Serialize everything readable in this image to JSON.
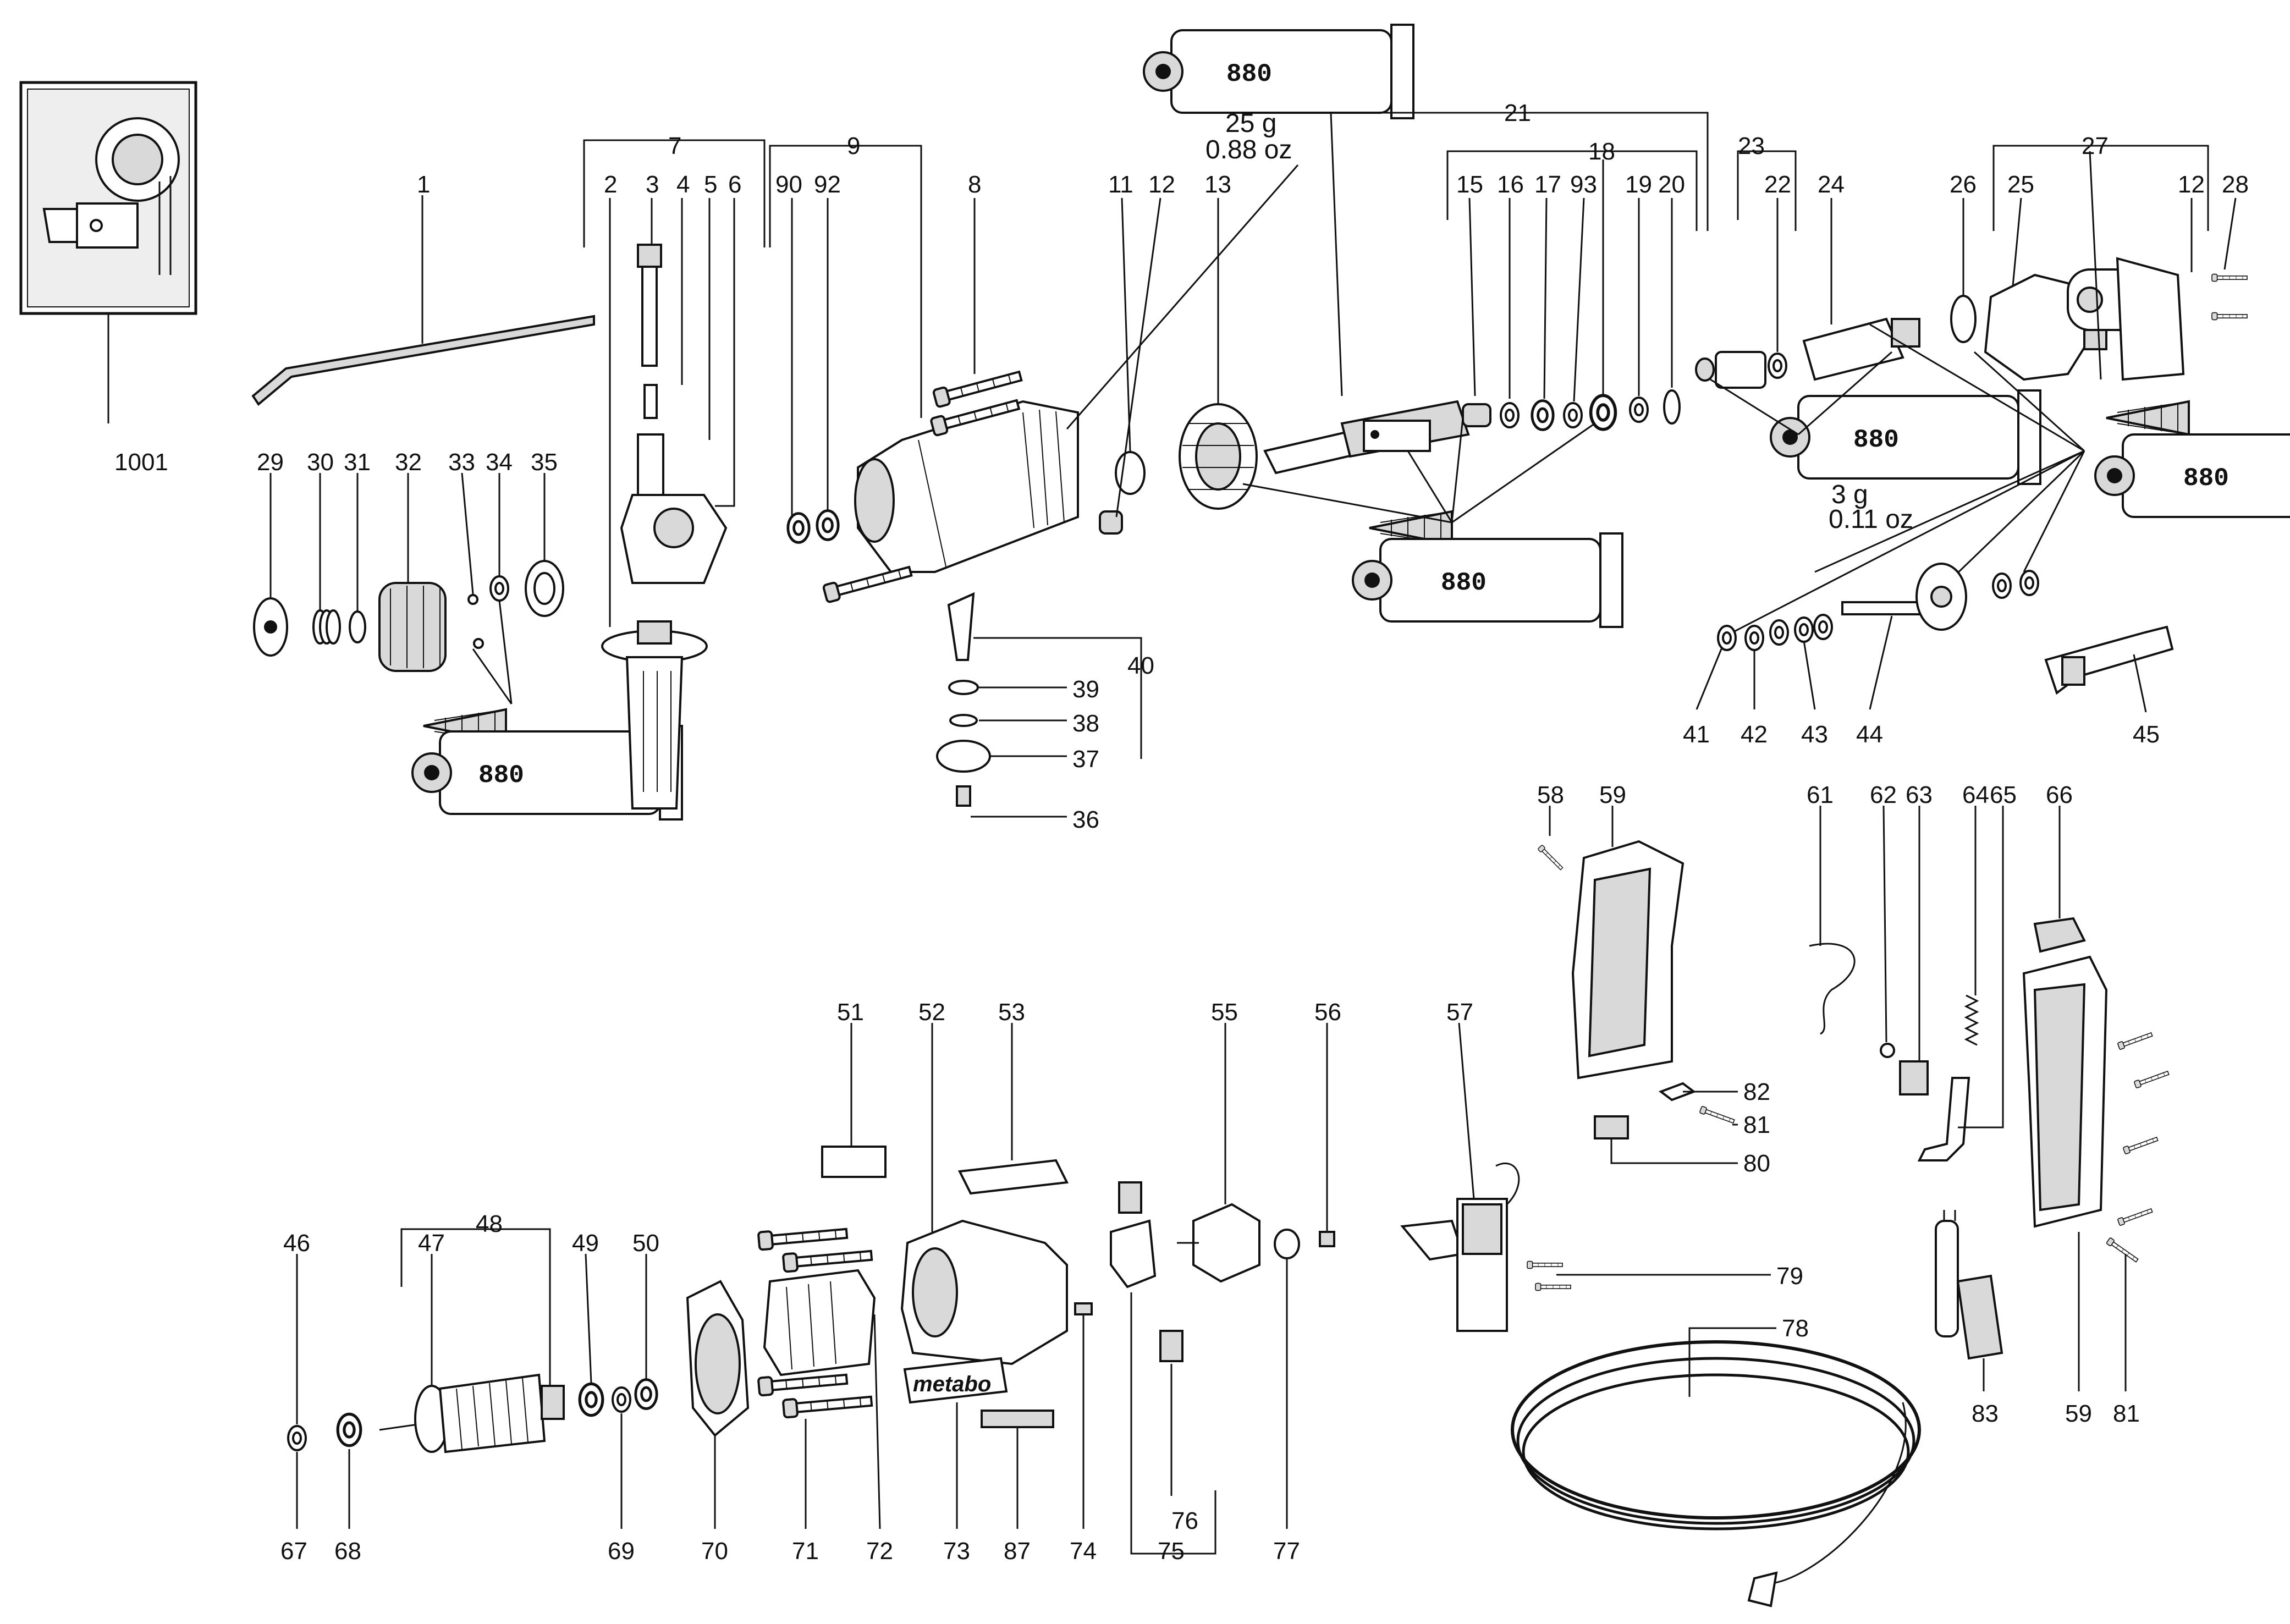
{
  "grease_label": "880",
  "grease_qty_1": "25 g",
  "grease_qty_1_oz": "0.88 oz",
  "grease_qty_2": "3 g",
  "grease_qty_2_oz": "0.11 oz",
  "brand_logo": "metabo",
  "labels": {
    "p1": "1",
    "p2": "2",
    "p3": "3",
    "p4": "4",
    "p5": "5",
    "p6": "6",
    "p7": "7",
    "p8": "8",
    "p9": "9",
    "p11": "11",
    "p12a": "12",
    "p12b": "12",
    "p13": "13",
    "p15": "15",
    "p16": "16",
    "p17": "17",
    "p18": "18",
    "p19": "19",
    "p20": "20",
    "p21": "21",
    "p22": "22",
    "p23": "23",
    "p24": "24",
    "p25": "25",
    "p26": "26",
    "p27": "27",
    "p28": "28",
    "p29": "29",
    "p30": "30",
    "p31": "31",
    "p32": "32",
    "p33": "33",
    "p34": "34",
    "p35": "35",
    "p36": "36",
    "p37": "37",
    "p38": "38",
    "p39": "39",
    "p40": "40",
    "p41": "41",
    "p42": "42",
    "p43": "43",
    "p44": "44",
    "p45": "45",
    "p46": "46",
    "p47": "47",
    "p48": "48",
    "p49": "49",
    "p50": "50",
    "p51": "51",
    "p52": "52",
    "p53": "53",
    "p55": "55",
    "p56": "56",
    "p57": "57",
    "p58": "58",
    "p59a": "59",
    "p59b": "59",
    "p61": "61",
    "p62": "62",
    "p63": "63",
    "p64": "64",
    "p65": "65",
    "p66": "66",
    "p67": "67",
    "p68": "68",
    "p69": "69",
    "p70": "70",
    "p71": "71",
    "p72": "72",
    "p73": "73",
    "p74": "74",
    "p75": "75",
    "p76": "76",
    "p77": "77",
    "p78": "78",
    "p79": "79",
    "p80": "80",
    "p81a": "81",
    "p81b": "81",
    "p82": "82",
    "p83": "83",
    "p87": "87",
    "p90": "90",
    "p92": "92",
    "p93": "93",
    "p1001": "1001"
  }
}
